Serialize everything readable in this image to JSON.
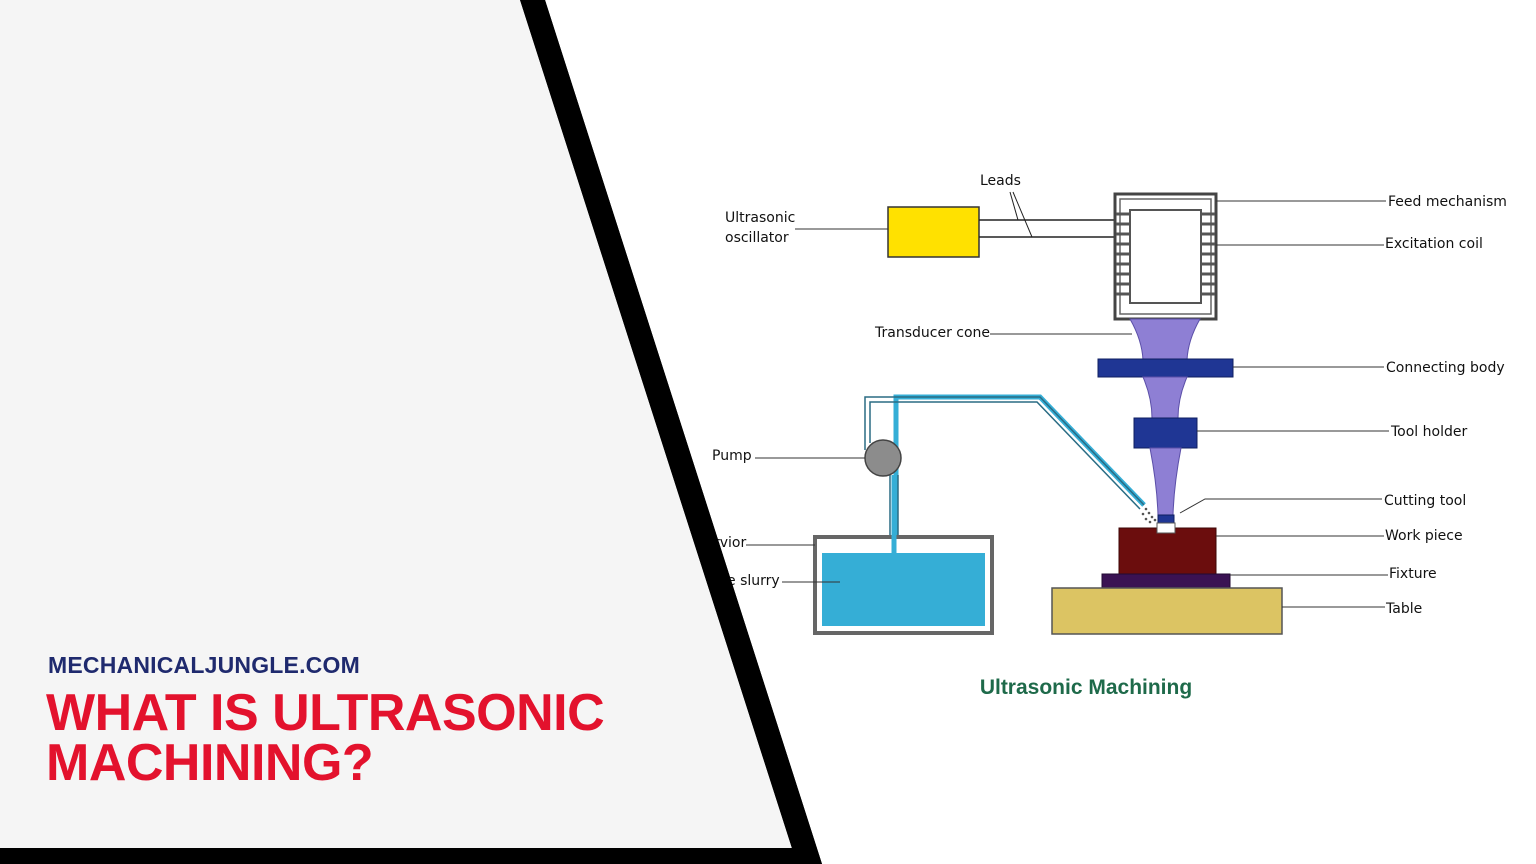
{
  "site": "MECHANICALJUNGLE.COM",
  "headline": {
    "line1": "WHAT IS ULTRASONIC",
    "line2": "MACHINING?"
  },
  "diagram": {
    "caption": "Ultrasonic Machining",
    "labels": {
      "leads": "Leads",
      "oscillator_line1": "Ultrasonic",
      "oscillator_line2": "oscillator",
      "feed": "Feed mechanism",
      "coil": "Excitation coil",
      "cone": "Transducer cone",
      "body": "Connecting body",
      "holder": "Tool holder",
      "pump": "Pump",
      "tool": "Cutting tool",
      "workpiece": "Work piece",
      "reservoir": "rvior",
      "slurry": "e slurry",
      "fixture": "Fixture",
      "table": "Table"
    },
    "colors": {
      "oscillator": "#ffe100",
      "cone": "#8e7fd4",
      "body": "#1f3694",
      "slurry": "#35aed6",
      "workpiece": "#6b0d0d",
      "fixture": "#3a1253",
      "table": "#dcc463",
      "caption": "#1e6a4a",
      "panel": "#f5f5f5",
      "stripe": "#000000",
      "headline": "#e3122d",
      "site": "#1f2a6e"
    }
  }
}
